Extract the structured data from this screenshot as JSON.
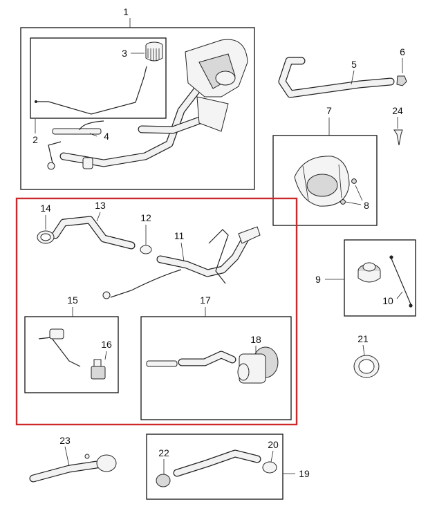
{
  "callouts": {
    "c1": "1",
    "c2": "2",
    "c3": "3",
    "c4": "4",
    "c5": "5",
    "c6": "6",
    "c7": "7",
    "c8": "8",
    "c9": "9",
    "c10": "10",
    "c11": "11",
    "c12": "12",
    "c13": "13",
    "c14": "14",
    "c15": "15",
    "c16": "16",
    "c17": "17",
    "c18": "18",
    "c19": "19",
    "c20": "20",
    "c21": "21",
    "c22": "22",
    "c23": "23",
    "c24": "24"
  },
  "colors": {
    "highlight_border": "#cc2a2a",
    "line": "#222222"
  }
}
